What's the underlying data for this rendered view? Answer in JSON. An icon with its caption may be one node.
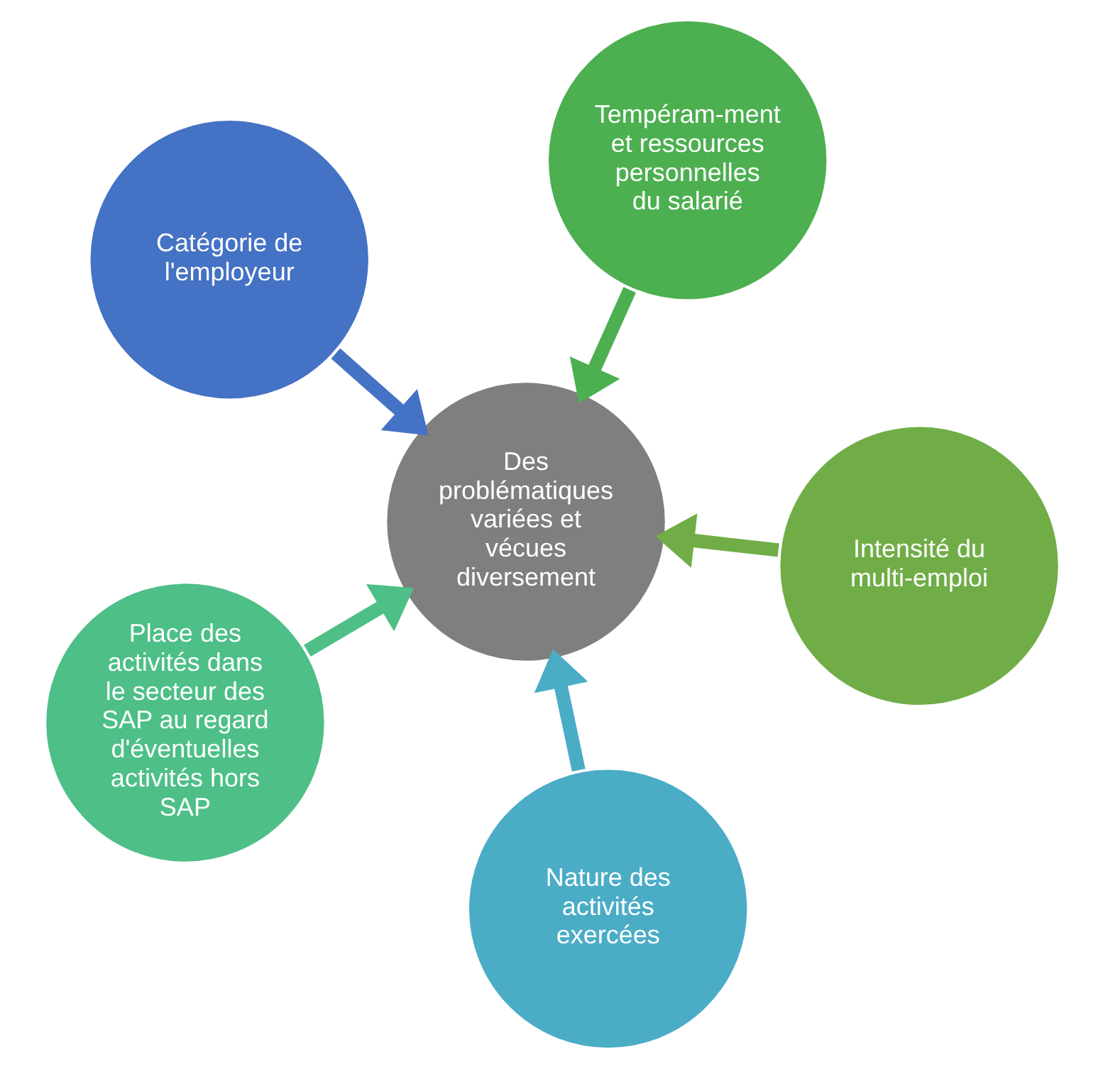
{
  "diagram": {
    "nodes": [
      {
        "text": [
          "Catégorie de l'employeur"
        ]
      },
      {
        "text": [
          "Intensité du multi-emploi"
        ]
      },
      {
        "text": [
          "Nature des activités exercées"
        ]
      },
      {
        "text": [
          "Des problématiques variées et vécues diversement"
        ]
      },
      {
        "text": [
          "Tempéram-ment et ressources personnelles du salarié"
        ]
      },
      {
        "text": [
          "Place des activités dans le secteur des SAP au regard d'éventuelles activités hors SAP"
        ]
      }
    ],
    "edges": [
      {
        "from": 0,
        "to": 3,
        "arrow": "to",
        "color": "#4472c4"
      },
      {
        "from": 1,
        "to": 3,
        "arrow": "to",
        "color": "#70ad47"
      },
      {
        "from": 2,
        "to": 3,
        "arrow": "to",
        "color": "#4bacc6"
      },
      {
        "from": 4,
        "to": 3,
        "arrow": "to",
        "color": "#4caf50"
      },
      {
        "from": 5,
        "to": 3,
        "arrow": "to",
        "color": "#4dbf87"
      }
    ]
  }
}
